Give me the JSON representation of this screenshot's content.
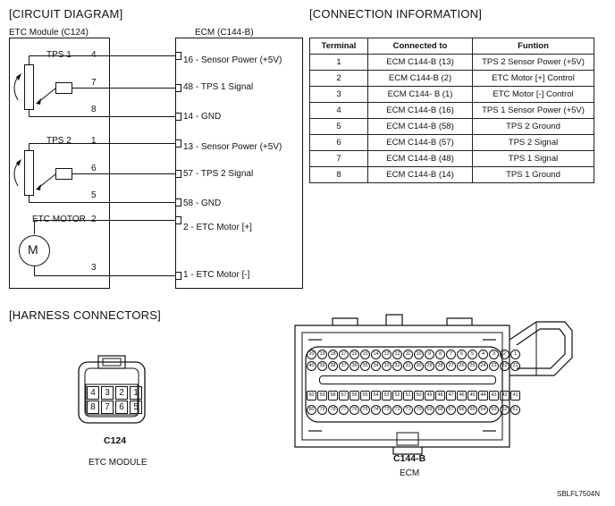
{
  "circuit": {
    "title": "[CIRCUIT DIAGRAM]",
    "etc_module_label": "ETC Module (C124)",
    "ecm_label": "ECM (C144-B)",
    "tps1_label": "TPS 1",
    "tps2_label": "TPS 2",
    "motor_label": "ETC MOTOR",
    "motor_symbol": "M",
    "module_pins": [
      "4",
      "7",
      "8",
      "1",
      "6",
      "5",
      "2",
      "3"
    ],
    "ecm_pins": [
      "16 - Sensor Power (+5V)",
      "48 - TPS 1 Signal",
      "14 - GND",
      "13 - Sensor Power (+5V)",
      "57 - TPS 2 Signal",
      "58 - GND",
      "2 - ETC Motor [+]",
      "1 - ETC Motor [-]"
    ]
  },
  "connection": {
    "title": "[CONNECTION INFORMATION]",
    "headers": [
      "Terminal",
      "Connected to",
      "Funtion"
    ],
    "rows": [
      [
        "1",
        "ECM C144-B (13)",
        "TPS 2 Sensor Power (+5V)"
      ],
      [
        "2",
        "ECM C144-B (2)",
        "ETC Motor [+] Control"
      ],
      [
        "3",
        "ECM C144- B (1)",
        "ETC Motor [-] Control"
      ],
      [
        "4",
        "ECM C144-B  (16)",
        "TPS 1 Sensor Power (+5V)"
      ],
      [
        "5",
        "ECM C144-B  (58)",
        "TPS 2 Ground"
      ],
      [
        "6",
        "ECM C144-B  (57)",
        "TPS 2 Signal"
      ],
      [
        "7",
        "ECM C144-B  (48)",
        "TPS 1 Signal"
      ],
      [
        "8",
        "ECM C144-B  (14)",
        "TPS 1 Ground"
      ]
    ]
  },
  "harness": {
    "title": "[HARNESS CONNECTORS]",
    "c124": {
      "name": "C124",
      "caption": "ETC MODULE",
      "top_pins": [
        "4",
        "3",
        "2",
        "1"
      ],
      "bottom_pins": [
        "8",
        "7",
        "6",
        "5"
      ]
    },
    "c144b": {
      "name": "C144-B",
      "caption": "ECM",
      "row1": [
        "20",
        "19",
        "18",
        "17",
        "16",
        "15",
        "14",
        "13",
        "12",
        "11",
        "10",
        "9",
        "8",
        "7",
        "6",
        "5",
        "4",
        "3",
        "2",
        "1"
      ],
      "row2": [
        "40",
        "39",
        "38",
        "37",
        "36",
        "35",
        "34",
        "33",
        "32",
        "31",
        "30",
        "29",
        "28",
        "27",
        "26",
        "25",
        "24",
        "23",
        "22",
        "21"
      ],
      "row3": [
        "60",
        "59",
        "58",
        "57",
        "56",
        "55",
        "54",
        "53",
        "52",
        "51",
        "50",
        "49",
        "48",
        "47",
        "46",
        "45",
        "44",
        "43",
        "42",
        "41"
      ],
      "row4": [
        "80",
        "79",
        "78",
        "77",
        "76",
        "75",
        "74",
        "73",
        "72",
        "71",
        "70",
        "69",
        "68",
        "67",
        "66",
        "65",
        "64",
        "63",
        "62",
        "61"
      ]
    }
  },
  "footer": {
    "code": "SBLFL7504N"
  }
}
